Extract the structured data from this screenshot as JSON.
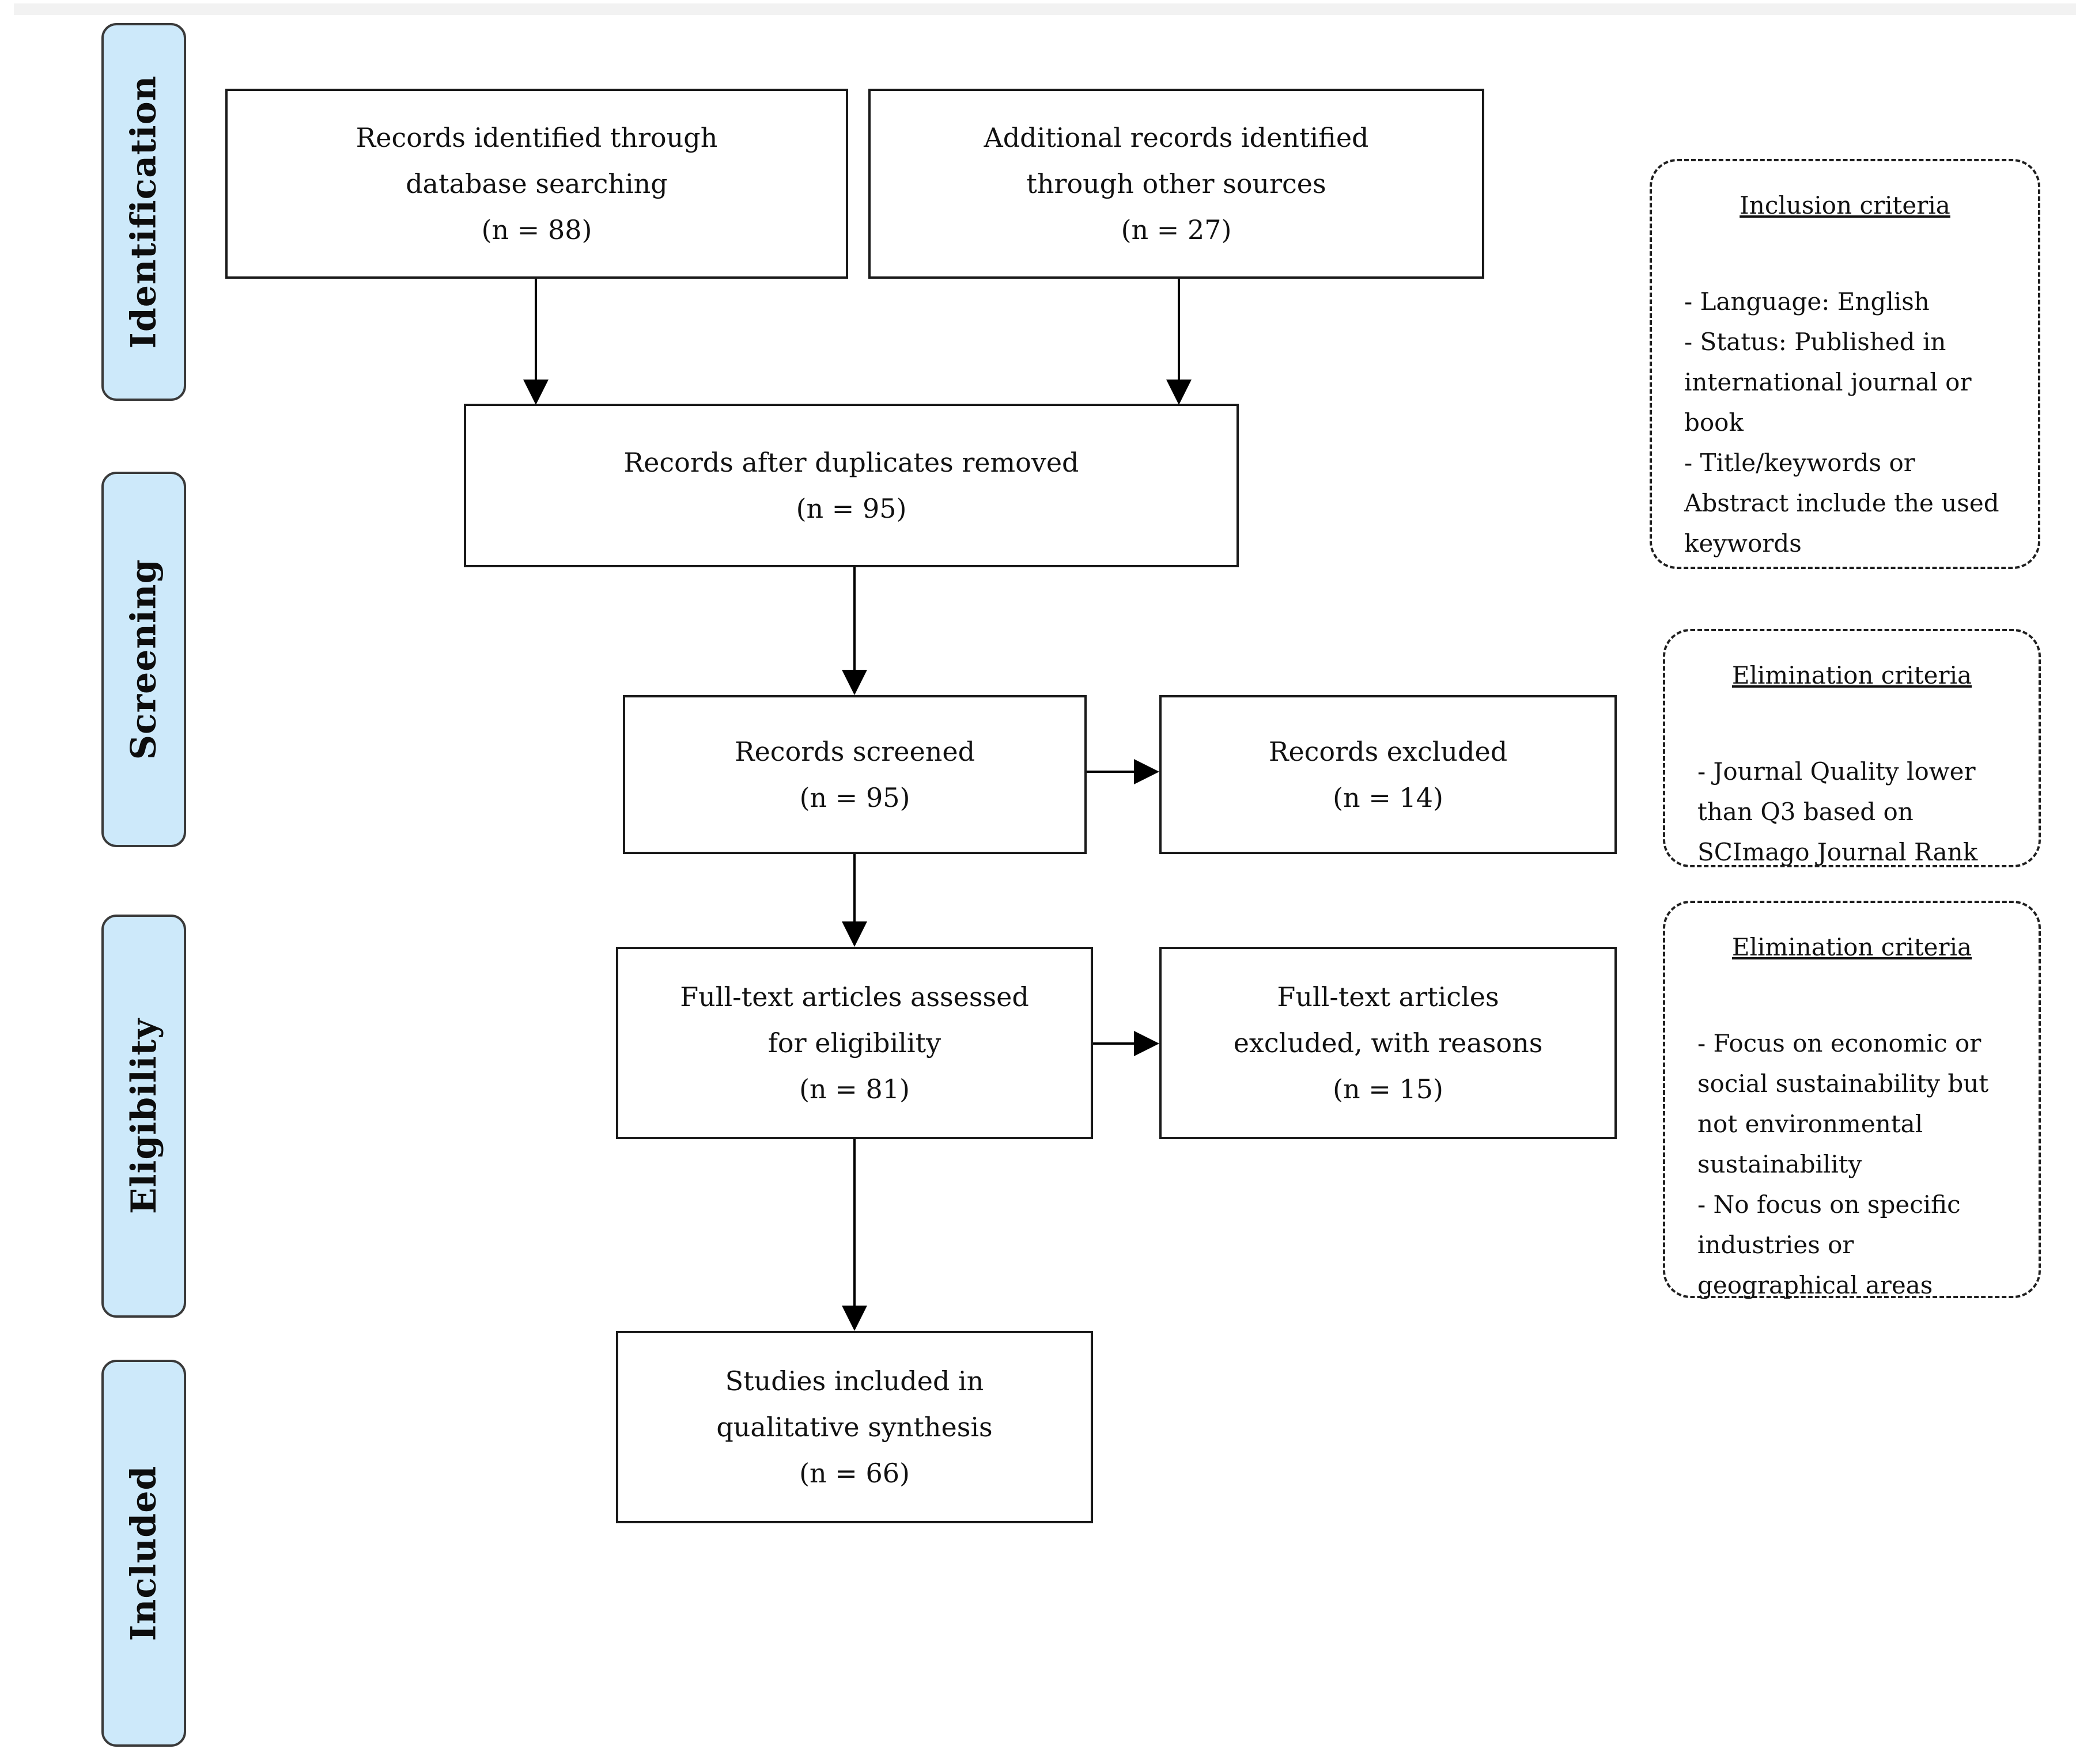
{
  "colors": {
    "stage_label_fill": "#cde9fa",
    "stage_label_border": "#3a3a3a",
    "box_border": "#1a1a1a",
    "text": "#111111",
    "arrow": "#000000"
  },
  "stage_labels": [
    "Identification",
    "Screening",
    "Eligibility",
    "Included"
  ],
  "flow_boxes": {
    "db_search": {
      "lines": [
        "Records identified through",
        "database searching",
        "(n = 88)"
      ]
    },
    "other_sources": {
      "lines": [
        "Additional records identified",
        "through other sources",
        "(n = 27)"
      ]
    },
    "after_duplicates": {
      "lines": [
        "Records after duplicates removed",
        "(n = 95)"
      ]
    },
    "screened": {
      "lines": [
        "Records screened",
        "(n = 95)"
      ]
    },
    "excluded": {
      "lines": [
        "Records excluded",
        "(n = 14)"
      ]
    },
    "fulltext_assessed": {
      "lines": [
        "Full-text articles assessed",
        "for eligibility",
        "(n = 81)"
      ]
    },
    "fulltext_excluded": {
      "lines": [
        "Full-text articles",
        "excluded, with reasons",
        "(n = 15)"
      ]
    },
    "included_studies": {
      "lines": [
        "Studies included in",
        "qualitative synthesis",
        "(n = 66)"
      ]
    }
  },
  "criteria_boxes": {
    "inclusion": {
      "title": "Inclusion criteria",
      "items": [
        "- Language: English",
        "- Status: Published in international journal or book",
        "- Title/keywords or Abstract include the used keywords"
      ]
    },
    "elimination_screening": {
      "title": "Elimination criteria",
      "items": [
        "- Journal Quality lower than Q3 based on SCImago Journal Rank"
      ]
    },
    "elimination_eligibility": {
      "title": "Elimination criteria",
      "items": [
        "- Focus on economic or social sustainability but not environmental sustainability",
        "- No focus on specific industries or geographical areas"
      ]
    }
  }
}
